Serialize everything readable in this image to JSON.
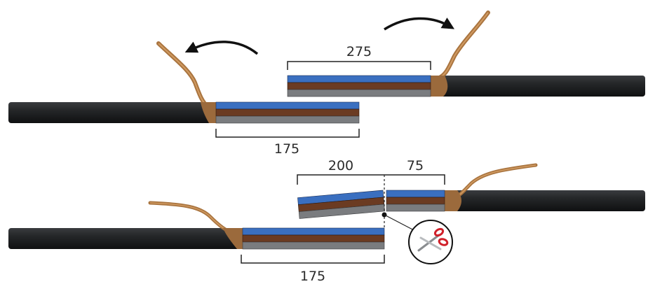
{
  "dimensions": {
    "top_right": "275",
    "top_left": "175",
    "bottom_cut_left": "200",
    "bottom_cut_right": "75",
    "bottom_left": "175"
  },
  "colors": {
    "cable": "#222426",
    "layer_blue": "#3a6fc0",
    "layer_brown": "#6b3b22",
    "layer_grey": "#7a7c7f",
    "wire": "#b07a45",
    "scissors": "#d0202a",
    "arrow": "#111111"
  },
  "icons": [
    "curved-arrow-icon",
    "scissors-icon"
  ]
}
